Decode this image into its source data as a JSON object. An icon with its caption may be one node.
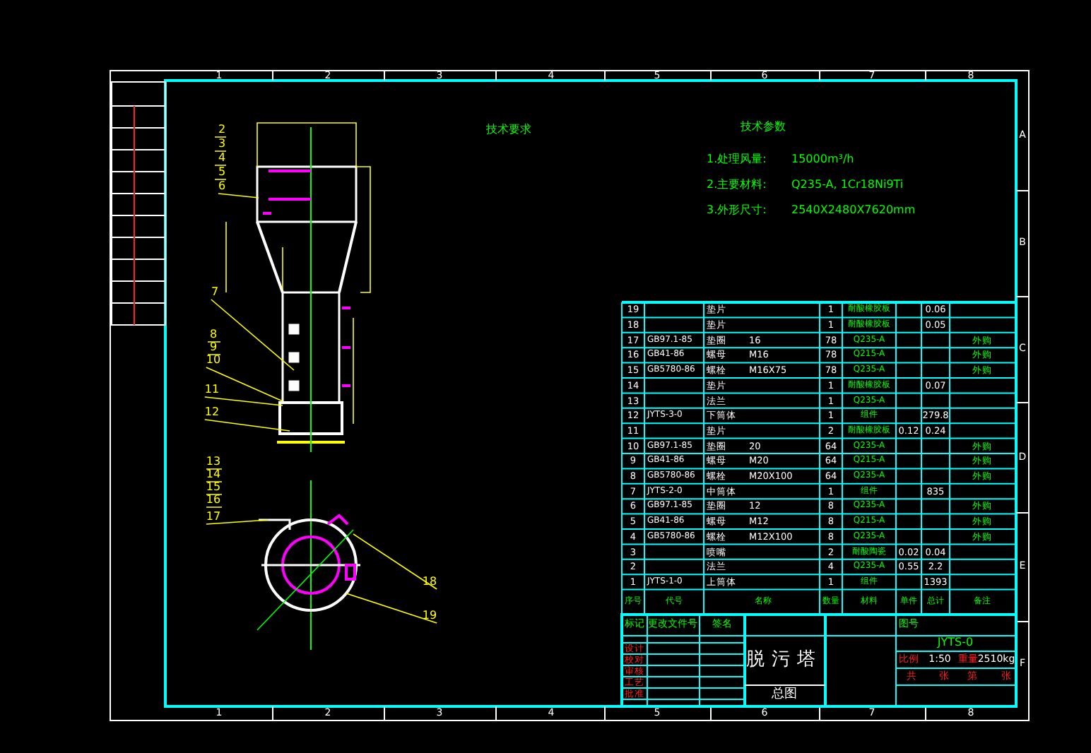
{
  "diagram": {
    "title": "脱污塔",
    "nodes": [
      {
        "text": [
          "6"
        ]
      },
      {
        "text": [
          "7"
        ]
      },
      {
        "text": [
          "10"
        ]
      },
      {
        "text": [
          "11"
        ]
      },
      {
        "text": [
          "12"
        ]
      },
      {
        "text": [
          "17"
        ]
      },
      {
        "text": [
          "18"
        ]
      },
      {
        "text": [
          "19"
        ]
      }
    ],
    "edges": [
      {
        "from": 0,
        "to": null,
        "arrow": "none"
      },
      {
        "from": 1,
        "to": null,
        "arrow": "none"
      },
      {
        "from": 2,
        "to": null,
        "arrow": "none"
      },
      {
        "from": 3,
        "to": null,
        "arrow": "none"
      },
      {
        "from": 4,
        "to": null,
        "arrow": "none"
      },
      {
        "from": 5,
        "to": null,
        "arrow": "none"
      },
      {
        "from": 6,
        "to": null,
        "arrow": "none"
      },
      {
        "from": 7,
        "to": null,
        "arrow": "none"
      }
    ],
    "labels": [
      "技术要求",
      "技术参数",
      "1.处理风量:",
      "15000m³/h",
      "2.主要材料:",
      "Q235-A, 1Cr18Ni9Ti",
      "3.外形尺寸:",
      "2540X2480X7620mm",
      "2",
      "3",
      "4",
      "5",
      "8",
      "9",
      "13",
      "14",
      "15",
      "16",
      "1",
      "2",
      "3",
      "4",
      "5",
      "6",
      "7",
      "8",
      "1",
      "2",
      "3",
      "4",
      "5",
      "6",
      "7",
      "8",
      "A",
      "B",
      "C",
      "D",
      "E",
      "F",
      "19",
      "垫片",
      "1",
      "耐酸橡胶板",
      "0.06",
      "18",
      "垫片",
      "1",
      "耐酸橡胶板",
      "0.05",
      "17",
      "GB97.1-85",
      "垫圈",
      "16",
      "78",
      "Q235-A",
      "外购",
      "16",
      "GB41-86",
      "螺母",
      "M16",
      "78",
      "Q215-A",
      "外购",
      "15",
      "GB5780-86",
      "螺栓",
      "M16X75",
      "78",
      "Q235-A",
      "外购",
      "14",
      "垫片",
      "1",
      "耐酸橡胶板",
      "0.07",
      "13",
      "法兰",
      "1",
      "Q235-A",
      "12",
      "JYTS-3-0",
      "下筒体",
      "1",
      "组件",
      "279.8",
      "11",
      "垫片",
      "2",
      "耐酸橡胶板",
      "0.12",
      "0.24",
      "10",
      "GB97.1-85",
      "垫圈",
      "20",
      "64",
      "Q235-A",
      "外购",
      "9",
      "GB41-86",
      "螺母",
      "M20",
      "64",
      "Q215-A",
      "外购",
      "8",
      "GB5780-86",
      "螺栓",
      "M20X100",
      "64",
      "Q235-A",
      "外购",
      "7",
      "JYTS-2-0",
      "中筒体",
      "1",
      "组件",
      "835",
      "6",
      "GB97.1-85",
      "垫圈",
      "12",
      "8",
      "Q235-A",
      "外购",
      "5",
      "GB41-86",
      "螺母",
      "M12",
      "8",
      "Q215-A",
      "外购",
      "4",
      "GB5780-86",
      "螺栓",
      "M12X100",
      "8",
      "Q235-A",
      "外购",
      "3",
      "喷嘴",
      "2",
      "耐酸陶瓷",
      "0.02",
      "0.04",
      "2",
      "法兰",
      "4",
      "Q235-A",
      "0.55",
      "2.2",
      "1",
      "JYTS-1-0",
      "上筒体",
      "1",
      "组件",
      "1393",
      "序号",
      "代号",
      "名称",
      "数量",
      "材料",
      "单件",
      "总计",
      "备注",
      "标记",
      "更改文件号",
      "签名",
      "设计",
      "校对",
      "审核",
      "工艺",
      "批准",
      "总图",
      "图号",
      "JYTS-0",
      "比例",
      "1:50",
      "重量",
      "2510kg",
      "共",
      "张",
      "第",
      "张"
    ]
  }
}
